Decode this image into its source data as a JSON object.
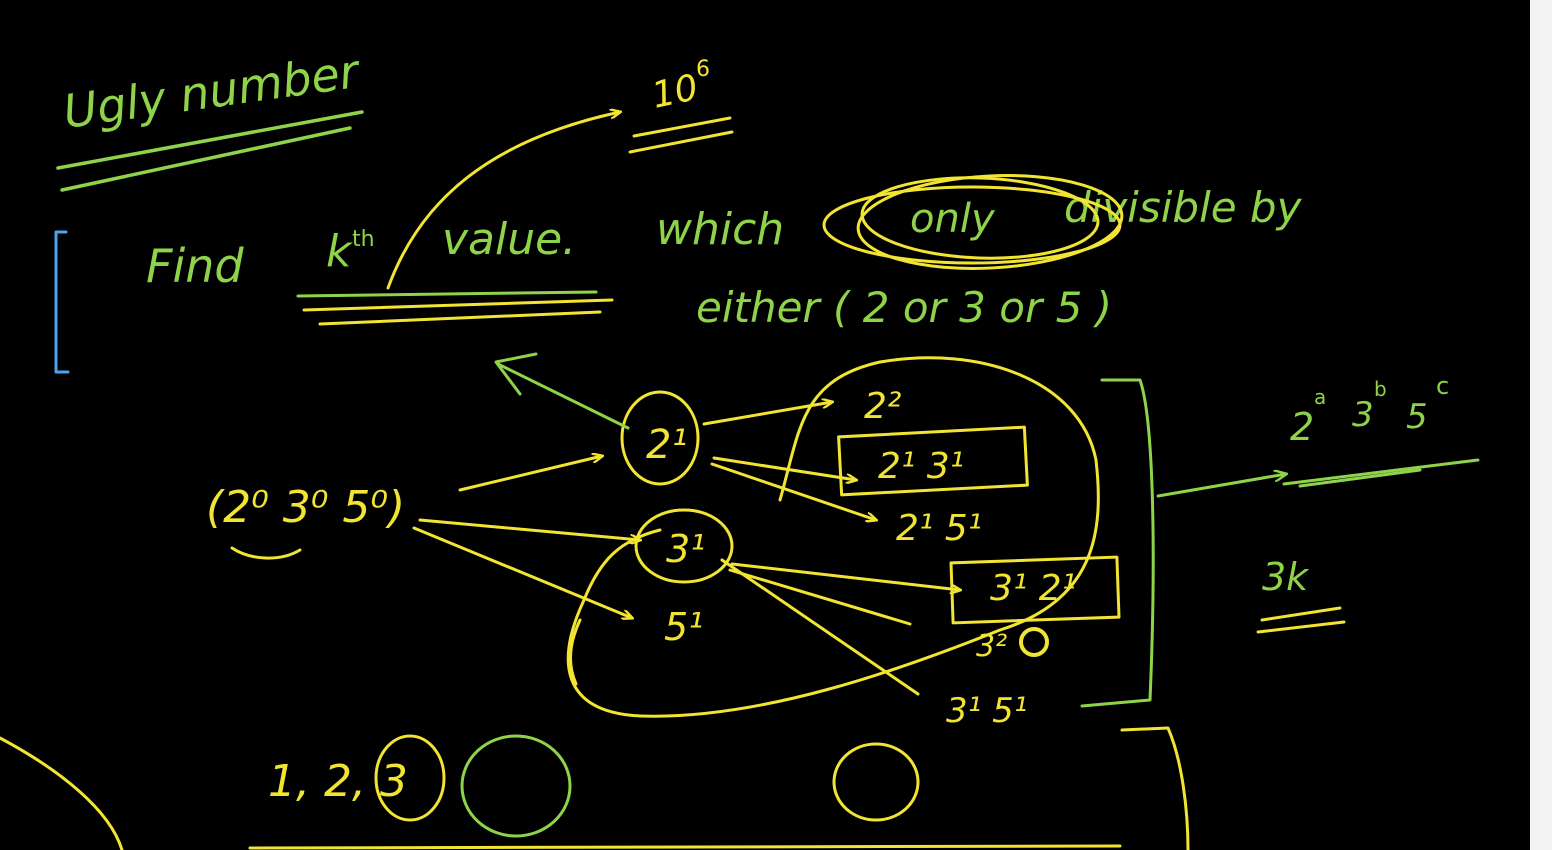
{
  "colors": {
    "background": "#000000",
    "green": "#8fd34a",
    "yellow": "#f2e433",
    "blue": "#4aa3f0",
    "strip": "#f3f3f3"
  },
  "heading": {
    "title": "Ugly number"
  },
  "problem": {
    "line1_find": "Find",
    "line1_kth": "k",
    "line1_kth_sup": "th",
    "line1_value": "value.",
    "line1_which": "which",
    "line1_only": "only",
    "line1_divisible": "divisible by",
    "line2": "either ( 2 or 3 or 5 )"
  },
  "limit": {
    "base": "10",
    "exp": "6"
  },
  "tree": {
    "root": "(2⁰ 3⁰ 5⁰)",
    "level1": [
      "2¹",
      "3¹",
      "5¹"
    ],
    "level2": [
      "2²",
      "2¹ 3¹",
      "2¹ 5¹",
      "3¹ 2¹",
      "3²",
      "3¹ 5¹"
    ]
  },
  "general_form": {
    "b2": "2",
    "e2": "a",
    "b3": "3",
    "e3": "b",
    "b5": "5",
    "e5": "c"
  },
  "complexity": "3k",
  "sequence": "1, 2, 3"
}
